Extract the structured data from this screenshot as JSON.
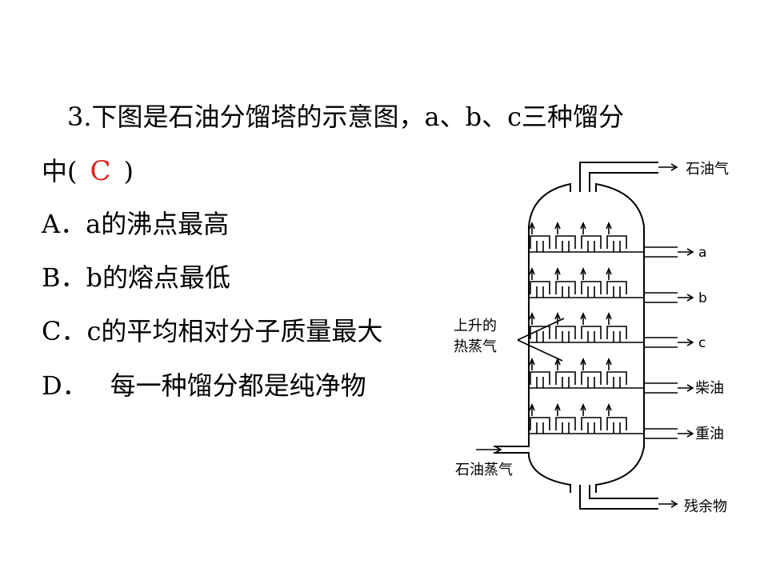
{
  "question": {
    "line1": "3.下图是石油分馏塔的示意图，a、b、c三种馏分",
    "line2_prefix": "中(",
    "answer": "C",
    "line2_suffix": ")"
  },
  "options": [
    {
      "letter": "A．",
      "text": "a的沸点最高"
    },
    {
      "letter": "B．",
      "text": "b的熔点最低"
    },
    {
      "letter": "C．",
      "text": "c的平均相对分子质量最大"
    },
    {
      "letter": "D．",
      "text": "每一种馏分都是纯净物"
    }
  ],
  "diagram": {
    "top_outlet": "石油气",
    "outlets": [
      "a",
      "b",
      "c",
      "柴油",
      "重油"
    ],
    "bottom_outlet": "残余物",
    "inlet": "石油蒸气",
    "rising_label_1": "上升的",
    "rising_label_2": "热蒸气"
  }
}
